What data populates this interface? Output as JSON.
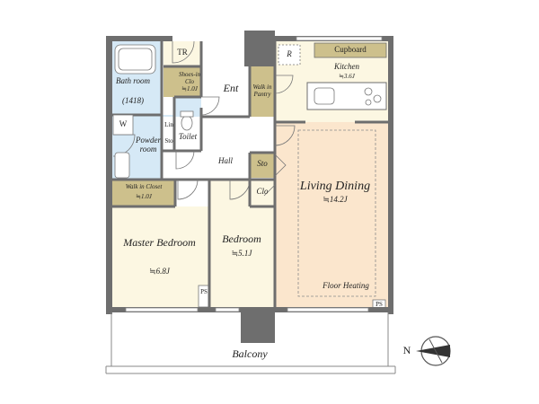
{
  "rooms": {
    "tr": {
      "label": "TR"
    },
    "shoes_closet": {
      "label": "Shoes-in Clo",
      "area": "≒1.0J"
    },
    "entrance": {
      "label": "Ent"
    },
    "walk_in_pantry": {
      "label": "Walk in Pantry"
    },
    "fridge": {
      "label": "R"
    },
    "cupboard": {
      "label": "Cupboard"
    },
    "kitchen": {
      "label": "Kitchen",
      "area": "≒3.6J"
    },
    "bathroom": {
      "label": "Bath room",
      "size": "(1418)"
    },
    "washer": {
      "label": "W"
    },
    "linen": {
      "label": "Lin"
    },
    "storage_small": {
      "label": "Sto"
    },
    "toilet": {
      "label": "Toilet"
    },
    "powder_room": {
      "label": "Powder room"
    },
    "hall": {
      "label": "Hall"
    },
    "storage": {
      "label": "Sto"
    },
    "closet": {
      "label": "Clo"
    },
    "living_dining": {
      "label": "Living Dining",
      "area": "≒14.2J"
    },
    "walk_in_closet": {
      "label": "Walk in Closet",
      "area": "≒1.0J"
    },
    "master_bedroom": {
      "label": "Master Bedroom",
      "area": "≒6.8J"
    },
    "bedroom": {
      "label": "Bedroom",
      "area": "≒5.1J"
    },
    "ps_left": {
      "label": "PS"
    },
    "ps_right": {
      "label": "PS"
    },
    "floor_heating": {
      "label": "Floor Heating"
    },
    "balcony": {
      "label": "Balcony"
    }
  },
  "compass": {
    "label": "N"
  },
  "colors": {
    "wet_area": "#d6e9f6",
    "dry_area": "#fcf7e2",
    "living": "#fbe6cd",
    "storage": "#cdc08c",
    "wall": "#6e6e6e"
  }
}
